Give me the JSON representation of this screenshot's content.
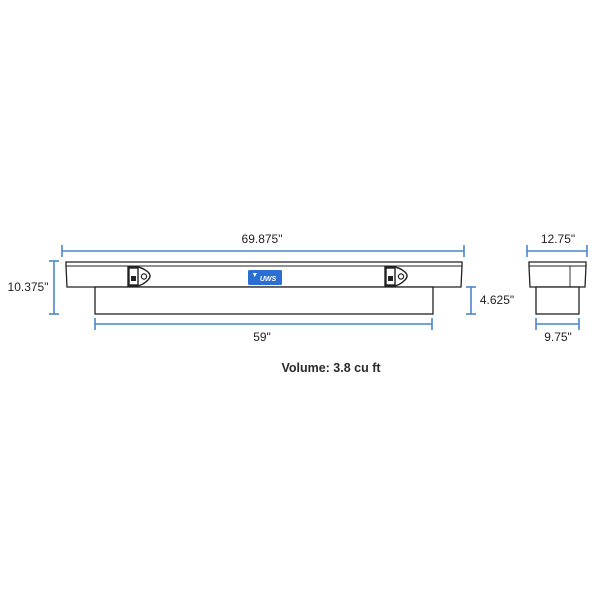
{
  "product_drawing": {
    "front_view": {
      "overall_width": "69.875\"",
      "overall_height": "10.375\"",
      "lower_height": "4.625\"",
      "lower_width": "59\"",
      "logo": "UWS"
    },
    "side_view": {
      "top_depth": "12.75\"",
      "bottom_depth": "9.75\""
    },
    "volume": "Volume: 3.8 cu ft"
  },
  "colors": {
    "dimension_line": "#4a86c8",
    "outline": "#222222",
    "logo_bg": "#2c6fd4"
  },
  "icons": {
    "latch": "latch-handle-icon",
    "logo_mark": "uws-logo-icon"
  }
}
